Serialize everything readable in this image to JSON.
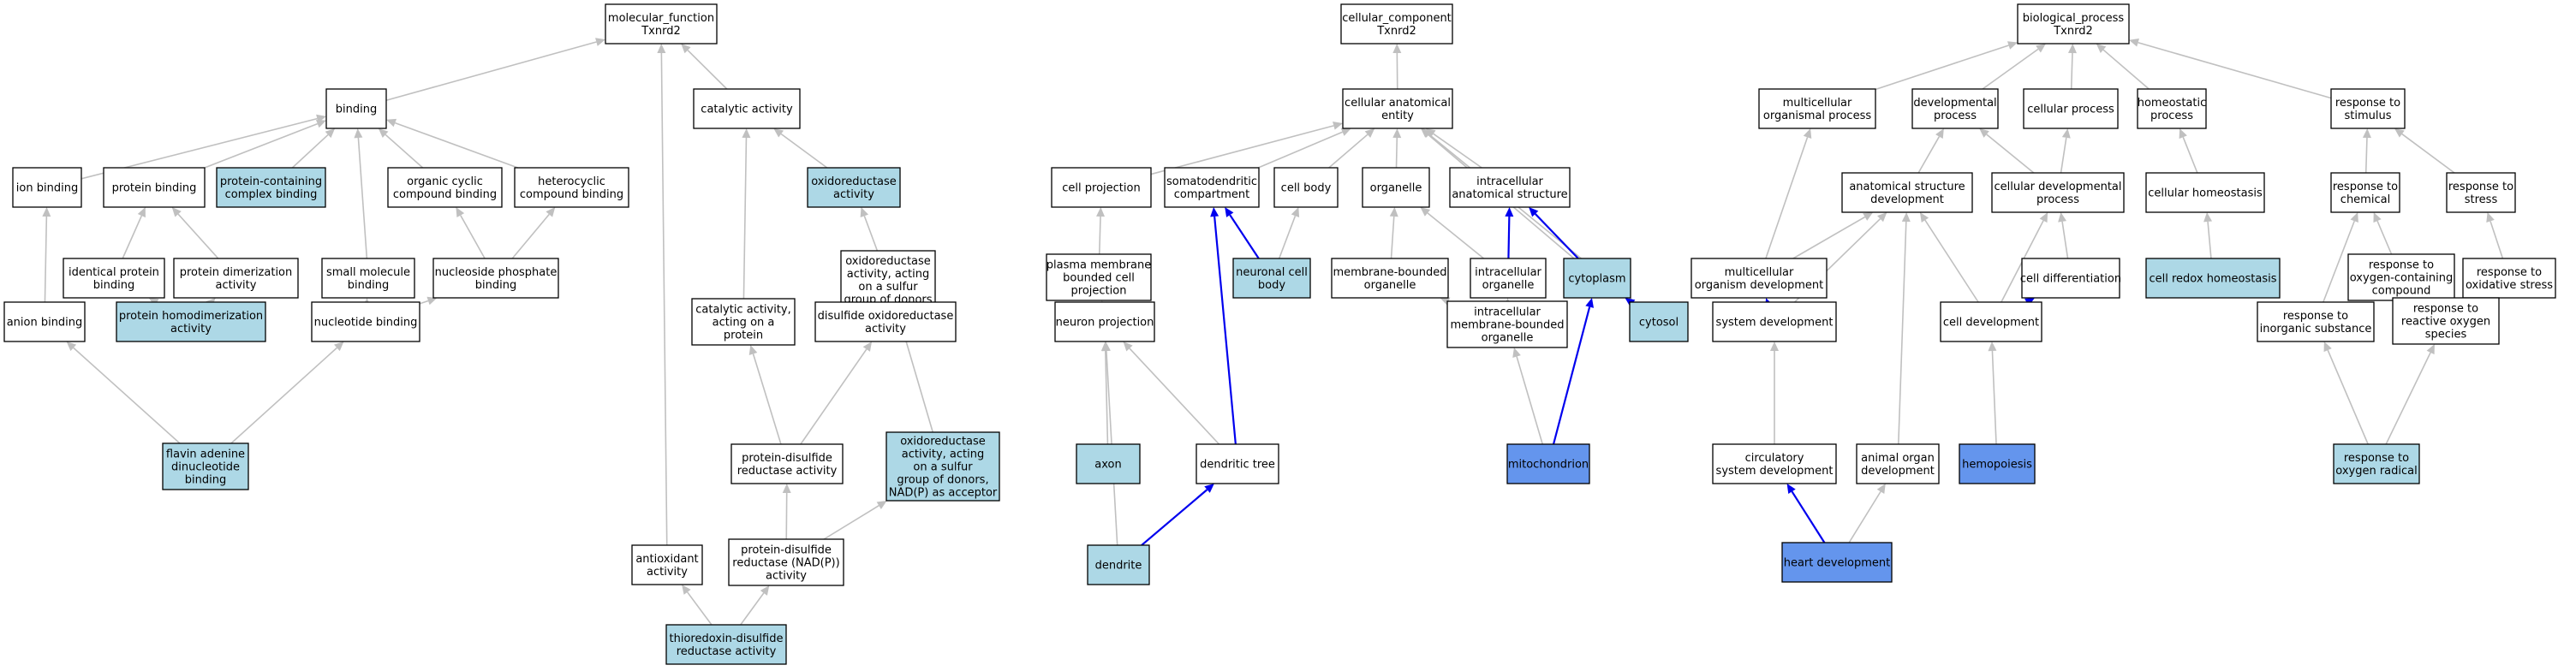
{
  "colors": {
    "white": "#ffffff",
    "light": "#add8e6",
    "strong": "#6495ed",
    "edge_gray": "#c0c0c0",
    "edge_blue": "#0000ee"
  },
  "nodes": {
    "mf_root": {
      "lines": [
        "molecular_function",
        "Txnrd2"
      ],
      "fill": "white"
    },
    "cc_root": {
      "lines": [
        "cellular_component",
        "Txnrd2"
      ],
      "fill": "white"
    },
    "bp_root": {
      "lines": [
        "biological_process",
        "Txnrd2"
      ],
      "fill": "white"
    },
    "binding": {
      "lines": [
        "binding"
      ],
      "fill": "white"
    },
    "catalytic_activity": {
      "lines": [
        "catalytic activity"
      ],
      "fill": "white"
    },
    "ion_binding": {
      "lines": [
        "ion binding"
      ],
      "fill": "white"
    },
    "protein_binding": {
      "lines": [
        "protein binding"
      ],
      "fill": "white"
    },
    "protein_containing_complex_binding": {
      "lines": [
        "protein-containing",
        "complex binding"
      ],
      "fill": "light"
    },
    "organic_cyclic_compound_binding": {
      "lines": [
        "organic cyclic",
        "compound binding"
      ],
      "fill": "white"
    },
    "heterocyclic_compound_binding": {
      "lines": [
        "heterocyclic",
        "compound binding"
      ],
      "fill": "white"
    },
    "oxidoreductase_activity": {
      "lines": [
        "oxidoreductase",
        "activity"
      ],
      "fill": "light"
    },
    "identical_protein_binding": {
      "lines": [
        "identical protein",
        "binding"
      ],
      "fill": "white"
    },
    "protein_dimerization_activity": {
      "lines": [
        "protein dimerization",
        "activity"
      ],
      "fill": "white"
    },
    "small_molecule_binding": {
      "lines": [
        "small molecule",
        "binding"
      ],
      "fill": "white"
    },
    "nucleoside_phosphate_binding": {
      "lines": [
        "nucleoside phosphate",
        "binding"
      ],
      "fill": "white"
    },
    "oxidoreductase_sulfur_donors": {
      "lines": [
        "oxidoreductase",
        "activity, acting",
        "on a sulfur",
        "group of donors"
      ],
      "fill": "white"
    },
    "anion_binding": {
      "lines": [
        "anion binding"
      ],
      "fill": "white"
    },
    "protein_homodimerization_activity": {
      "lines": [
        "protein homodimerization",
        "activity"
      ],
      "fill": "light"
    },
    "nucleotide_binding": {
      "lines": [
        "nucleotide binding"
      ],
      "fill": "white"
    },
    "catalytic_activity_on_protein": {
      "lines": [
        "catalytic activity,",
        "acting on a",
        "protein"
      ],
      "fill": "white"
    },
    "disulfide_oxidoreductase_activity": {
      "lines": [
        "disulfide oxidoreductase",
        "activity"
      ],
      "fill": "white"
    },
    "fad_binding": {
      "lines": [
        "flavin adenine",
        "dinucleotide",
        "binding"
      ],
      "fill": "light"
    },
    "protein_disulfide_reductase_activity": {
      "lines": [
        "protein-disulfide",
        "reductase activity"
      ],
      "fill": "white"
    },
    "oxidoreductase_nadp_acceptor": {
      "lines": [
        "oxidoreductase",
        "activity, acting",
        "on a sulfur",
        "group of donors,",
        "NAD(P) as acceptor"
      ],
      "fill": "light"
    },
    "antioxidant_activity": {
      "lines": [
        "antioxidant",
        "activity"
      ],
      "fill": "white"
    },
    "protein_disulfide_reductase_nadp": {
      "lines": [
        "protein-disulfide",
        "reductase (NAD(P))",
        "activity"
      ],
      "fill": "white"
    },
    "thioredoxin_disulfide_reductase": {
      "lines": [
        "thioredoxin-disulfide",
        "reductase activity"
      ],
      "fill": "light"
    },
    "cellular_anatomical_entity": {
      "lines": [
        "cellular anatomical",
        "entity"
      ],
      "fill": "white"
    },
    "cell_projection": {
      "lines": [
        "cell projection"
      ],
      "fill": "white"
    },
    "somatodendritic_compartment": {
      "lines": [
        "somatodendritic",
        "compartment"
      ],
      "fill": "white"
    },
    "cell_body": {
      "lines": [
        "cell body"
      ],
      "fill": "white"
    },
    "organelle": {
      "lines": [
        "organelle"
      ],
      "fill": "white"
    },
    "intracellular_anatomical_structure": {
      "lines": [
        "intracellular",
        "anatomical structure"
      ],
      "fill": "white"
    },
    "plasma_membrane_bounded_cell_projection": {
      "lines": [
        "plasma membrane",
        "bounded cell",
        "projection"
      ],
      "fill": "white"
    },
    "neuronal_cell_body": {
      "lines": [
        "neuronal cell",
        "body"
      ],
      "fill": "light"
    },
    "membrane_bounded_organelle": {
      "lines": [
        "membrane-bounded",
        "organelle"
      ],
      "fill": "white"
    },
    "intracellular_organelle": {
      "lines": [
        "intracellular",
        "organelle"
      ],
      "fill": "white"
    },
    "cytoplasm": {
      "lines": [
        "cytoplasm"
      ],
      "fill": "light"
    },
    "neuron_projection": {
      "lines": [
        "neuron projection"
      ],
      "fill": "white"
    },
    "intracellular_membrane_bounded_organelle": {
      "lines": [
        "intracellular",
        "membrane-bounded",
        "organelle"
      ],
      "fill": "white"
    },
    "cytosol": {
      "lines": [
        "cytosol"
      ],
      "fill": "light"
    },
    "axon": {
      "lines": [
        "axon"
      ],
      "fill": "light"
    },
    "dendritic_tree": {
      "lines": [
        "dendritic tree"
      ],
      "fill": "white"
    },
    "mitochondrion": {
      "lines": [
        "mitochondrion"
      ],
      "fill": "strong"
    },
    "dendrite": {
      "lines": [
        "dendrite"
      ],
      "fill": "light"
    },
    "multicellular_organismal_process": {
      "lines": [
        "multicellular",
        "organismal process"
      ],
      "fill": "white"
    },
    "developmental_process": {
      "lines": [
        "developmental",
        "process"
      ],
      "fill": "white"
    },
    "cellular_process": {
      "lines": [
        "cellular process"
      ],
      "fill": "white"
    },
    "homeostatic_process": {
      "lines": [
        "homeostatic",
        "process"
      ],
      "fill": "white"
    },
    "response_to_stimulus": {
      "lines": [
        "response to",
        "stimulus"
      ],
      "fill": "white"
    },
    "anatomical_structure_development": {
      "lines": [
        "anatomical structure",
        "development"
      ],
      "fill": "white"
    },
    "cellular_developmental_process": {
      "lines": [
        "cellular developmental",
        "process"
      ],
      "fill": "white"
    },
    "cellular_homeostasis": {
      "lines": [
        "cellular homeostasis"
      ],
      "fill": "white"
    },
    "response_to_chemical": {
      "lines": [
        "response to",
        "chemical"
      ],
      "fill": "white"
    },
    "response_to_stress": {
      "lines": [
        "response to",
        "stress"
      ],
      "fill": "white"
    },
    "multicellular_organism_development": {
      "lines": [
        "multicellular",
        "organism development"
      ],
      "fill": "white"
    },
    "cell_differentiation": {
      "lines": [
        "cell differentiation"
      ],
      "fill": "white"
    },
    "cell_redox_homeostasis": {
      "lines": [
        "cell redox homeostasis"
      ],
      "fill": "light"
    },
    "response_to_oxygen_containing_compound": {
      "lines": [
        "response to",
        "oxygen-containing",
        "compound"
      ],
      "fill": "white"
    },
    "response_to_oxidative_stress": {
      "lines": [
        "response to",
        "oxidative stress"
      ],
      "fill": "white"
    },
    "system_development": {
      "lines": [
        "system development"
      ],
      "fill": "white"
    },
    "cell_development": {
      "lines": [
        "cell development"
      ],
      "fill": "white"
    },
    "response_to_inorganic_substance": {
      "lines": [
        "response to",
        "inorganic substance"
      ],
      "fill": "white"
    },
    "response_to_reactive_oxygen_species": {
      "lines": [
        "response to",
        "reactive oxygen",
        "species"
      ],
      "fill": "white"
    },
    "circulatory_system_development": {
      "lines": [
        "circulatory",
        "system development"
      ],
      "fill": "white"
    },
    "animal_organ_development": {
      "lines": [
        "animal organ",
        "development"
      ],
      "fill": "white"
    },
    "hemopoiesis": {
      "lines": [
        "hemopoiesis"
      ],
      "fill": "strong"
    },
    "response_to_oxygen_radical": {
      "lines": [
        "response to",
        "oxygen radical"
      ],
      "fill": "light"
    },
    "heart_development": {
      "lines": [
        "heart development"
      ],
      "fill": "strong"
    }
  },
  "edges": [
    [
      "binding",
      "mf_root",
      "gray"
    ],
    [
      "catalytic_activity",
      "mf_root",
      "gray"
    ],
    [
      "antioxidant_activity",
      "mf_root",
      "gray"
    ],
    [
      "ion_binding",
      "binding",
      "gray"
    ],
    [
      "protein_binding",
      "binding",
      "gray"
    ],
    [
      "protein_containing_complex_binding",
      "binding",
      "gray"
    ],
    [
      "organic_cyclic_compound_binding",
      "binding",
      "gray"
    ],
    [
      "heterocyclic_compound_binding",
      "binding",
      "gray"
    ],
    [
      "small_molecule_binding",
      "binding",
      "gray"
    ],
    [
      "oxidoreductase_activity",
      "catalytic_activity",
      "gray"
    ],
    [
      "catalytic_activity_on_protein",
      "catalytic_activity",
      "gray"
    ],
    [
      "identical_protein_binding",
      "protein_binding",
      "gray"
    ],
    [
      "protein_dimerization_activity",
      "protein_binding",
      "gray"
    ],
    [
      "nucleoside_phosphate_binding",
      "organic_cyclic_compound_binding",
      "gray"
    ],
    [
      "nucleoside_phosphate_binding",
      "heterocyclic_compound_binding",
      "gray"
    ],
    [
      "oxidoreductase_sulfur_donors",
      "oxidoreductase_activity",
      "gray"
    ],
    [
      "anion_binding",
      "ion_binding",
      "gray"
    ],
    [
      "protein_homodimerization_activity",
      "identical_protein_binding",
      "gray"
    ],
    [
      "protein_homodimerization_activity",
      "protein_dimerization_activity",
      "gray"
    ],
    [
      "nucleotide_binding",
      "small_molecule_binding",
      "gray"
    ],
    [
      "nucleotide_binding",
      "nucleoside_phosphate_binding",
      "gray"
    ],
    [
      "disulfide_oxidoreductase_activity",
      "oxidoreductase_sulfur_donors",
      "gray"
    ],
    [
      "oxidoreductase_nadp_acceptor",
      "oxidoreductase_sulfur_donors",
      "gray"
    ],
    [
      "fad_binding",
      "anion_binding",
      "gray"
    ],
    [
      "fad_binding",
      "nucleotide_binding",
      "gray"
    ],
    [
      "protein_disulfide_reductase_activity",
      "catalytic_activity_on_protein",
      "gray"
    ],
    [
      "protein_disulfide_reductase_activity",
      "disulfide_oxidoreductase_activity",
      "gray"
    ],
    [
      "protein_disulfide_reductase_nadp",
      "protein_disulfide_reductase_activity",
      "gray"
    ],
    [
      "protein_disulfide_reductase_nadp",
      "oxidoreductase_nadp_acceptor",
      "gray"
    ],
    [
      "thioredoxin_disulfide_reductase",
      "antioxidant_activity",
      "gray"
    ],
    [
      "thioredoxin_disulfide_reductase",
      "protein_disulfide_reductase_nadp",
      "gray"
    ],
    [
      "cellular_anatomical_entity",
      "cc_root",
      "gray"
    ],
    [
      "cell_projection",
      "cellular_anatomical_entity",
      "gray"
    ],
    [
      "somatodendritic_compartment",
      "cellular_anatomical_entity",
      "gray"
    ],
    [
      "cell_body",
      "cellular_anatomical_entity",
      "gray"
    ],
    [
      "organelle",
      "cellular_anatomical_entity",
      "gray"
    ],
    [
      "intracellular_anatomical_structure",
      "cellular_anatomical_entity",
      "gray"
    ],
    [
      "cytoplasm",
      "cellular_anatomical_entity",
      "gray"
    ],
    [
      "cytosol",
      "cellular_anatomical_entity",
      "gray"
    ],
    [
      "plasma_membrane_bounded_cell_projection",
      "cell_projection",
      "gray"
    ],
    [
      "neuronal_cell_body",
      "somatodendritic_compartment",
      "blue"
    ],
    [
      "neuronal_cell_body",
      "cell_body",
      "gray"
    ],
    [
      "membrane_bounded_organelle",
      "organelle",
      "gray"
    ],
    [
      "intracellular_organelle",
      "organelle",
      "gray"
    ],
    [
      "intracellular_organelle",
      "intracellular_anatomical_structure",
      "blue"
    ],
    [
      "cytoplasm",
      "intracellular_anatomical_structure",
      "blue"
    ],
    [
      "neuron_projection",
      "plasma_membrane_bounded_cell_projection",
      "gray"
    ],
    [
      "intracellular_membrane_bounded_organelle",
      "membrane_bounded_organelle",
      "gray"
    ],
    [
      "intracellular_membrane_bounded_organelle",
      "intracellular_organelle",
      "gray"
    ],
    [
      "cytosol",
      "cytoplasm",
      "blue"
    ],
    [
      "axon",
      "neuron_projection",
      "gray"
    ],
    [
      "dendritic_tree",
      "neuron_projection",
      "gray"
    ],
    [
      "dendritic_tree",
      "somatodendritic_compartment",
      "blue"
    ],
    [
      "mitochondrion",
      "intracellular_membrane_bounded_organelle",
      "gray"
    ],
    [
      "mitochondrion",
      "cytoplasm",
      "blue"
    ],
    [
      "dendrite",
      "neuron_projection",
      "gray"
    ],
    [
      "dendrite",
      "dendritic_tree",
      "blue"
    ],
    [
      "multicellular_organismal_process",
      "bp_root",
      "gray"
    ],
    [
      "developmental_process",
      "bp_root",
      "gray"
    ],
    [
      "cellular_process",
      "bp_root",
      "gray"
    ],
    [
      "homeostatic_process",
      "bp_root",
      "gray"
    ],
    [
      "response_to_stimulus",
      "bp_root",
      "gray"
    ],
    [
      "anatomical_structure_development",
      "developmental_process",
      "gray"
    ],
    [
      "cellular_developmental_process",
      "developmental_process",
      "gray"
    ],
    [
      "cellular_developmental_process",
      "cellular_process",
      "gray"
    ],
    [
      "cellular_homeostasis",
      "homeostatic_process",
      "gray"
    ],
    [
      "response_to_chemical",
      "response_to_stimulus",
      "gray"
    ],
    [
      "response_to_stress",
      "response_to_stimulus",
      "gray"
    ],
    [
      "multicellular_organism_development",
      "multicellular_organismal_process",
      "gray"
    ],
    [
      "multicellular_organism_development",
      "anatomical_structure_development",
      "gray"
    ],
    [
      "cell_differentiation",
      "cellular_developmental_process",
      "gray"
    ],
    [
      "cell_redox_homeostasis",
      "cellular_homeostasis",
      "gray"
    ],
    [
      "response_to_oxygen_containing_compound",
      "response_to_chemical",
      "gray"
    ],
    [
      "response_to_oxidative_stress",
      "response_to_stress",
      "gray"
    ],
    [
      "system_development",
      "multicellular_organism_development",
      "blue"
    ],
    [
      "system_development",
      "anatomical_structure_development",
      "gray"
    ],
    [
      "cell_development",
      "anatomical_structure_development",
      "gray"
    ],
    [
      "cell_development",
      "cellular_developmental_process",
      "gray"
    ],
    [
      "cell_development",
      "cell_differentiation",
      "blue"
    ],
    [
      "response_to_inorganic_substance",
      "response_to_chemical",
      "gray"
    ],
    [
      "response_to_reactive_oxygen_species",
      "response_to_oxygen_containing_compound",
      "gray"
    ],
    [
      "response_to_reactive_oxygen_species",
      "response_to_oxidative_stress",
      "gray"
    ],
    [
      "circulatory_system_development",
      "system_development",
      "gray"
    ],
    [
      "animal_organ_development",
      "anatomical_structure_development",
      "gray"
    ],
    [
      "hemopoiesis",
      "cell_development",
      "gray"
    ],
    [
      "response_to_oxygen_radical",
      "response_to_inorganic_substance",
      "gray"
    ],
    [
      "response_to_oxygen_radical",
      "response_to_reactive_oxygen_species",
      "gray"
    ],
    [
      "heart_development",
      "circulatory_system_development",
      "blue"
    ],
    [
      "heart_development",
      "animal_organ_development",
      "gray"
    ]
  ]
}
